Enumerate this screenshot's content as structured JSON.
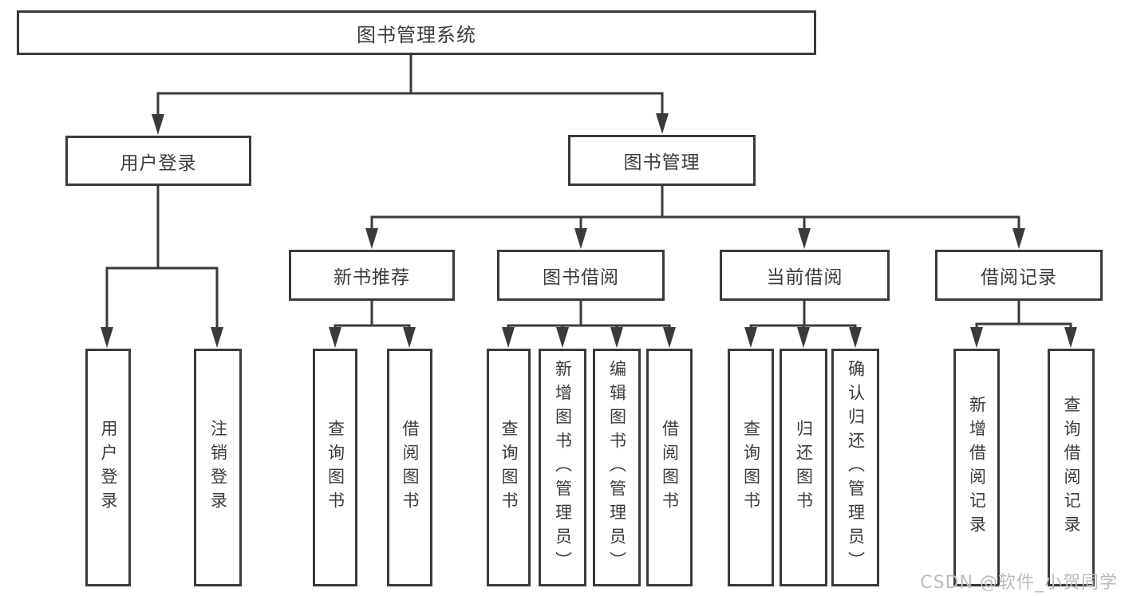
{
  "diagram": {
    "type": "tree",
    "orientation": "top-down",
    "colors": {
      "background": "#ffffff",
      "line": "#3a3a3a",
      "box_border": "#3a3a3a",
      "text": "#3b3b3b",
      "watermark": "#bcbcbc"
    }
  },
  "root": {
    "label": "图书管理系统"
  },
  "level2": [
    {
      "id": "user-login",
      "label": "用户登录",
      "parent": "root"
    },
    {
      "id": "book-management",
      "label": "图书管理",
      "parent": "root"
    }
  ],
  "level3": [
    {
      "id": "new-book-recommendation",
      "label": "新书推荐",
      "parent": "book-management"
    },
    {
      "id": "book-borrowing",
      "label": "图书借阅",
      "parent": "book-management"
    },
    {
      "id": "current-borrowing",
      "label": "当前借阅",
      "parent": "book-management"
    },
    {
      "id": "borrowing-records",
      "label": "借阅记录",
      "parent": "book-management"
    }
  ],
  "leaves": [
    {
      "id": "user-login-action",
      "label": "用户登录",
      "parent": "user-login"
    },
    {
      "id": "logout-action",
      "label": "注销登录",
      "parent": "user-login"
    },
    {
      "id": "query-books-recommend",
      "label": "查询图书",
      "parent": "new-book-recommendation"
    },
    {
      "id": "borrow-books-recommend",
      "label": "借阅图书",
      "parent": "new-book-recommendation"
    },
    {
      "id": "query-books-borrowing",
      "label": "查询图书",
      "parent": "book-borrowing"
    },
    {
      "id": "add-books-admin",
      "label": "新增图书（管理员）",
      "parent": "book-borrowing"
    },
    {
      "id": "edit-books-admin",
      "label": "编辑图书（管理员）",
      "parent": "book-borrowing"
    },
    {
      "id": "borrow-books-borrowing",
      "label": "借阅图书",
      "parent": "book-borrowing"
    },
    {
      "id": "query-books-current",
      "label": "查询图书",
      "parent": "current-borrowing"
    },
    {
      "id": "return-books",
      "label": "归还图书",
      "parent": "current-borrowing"
    },
    {
      "id": "confirm-return-admin",
      "label": "确认归还（管理员）",
      "parent": "current-borrowing"
    },
    {
      "id": "add-borrowing-record",
      "label": "新增借阅记录",
      "parent": "borrowing-records"
    },
    {
      "id": "query-borrowing-record",
      "label": "查询借阅记录",
      "parent": "borrowing-records"
    }
  ],
  "watermark": {
    "text": "CSDN @软件_小贺同学"
  }
}
